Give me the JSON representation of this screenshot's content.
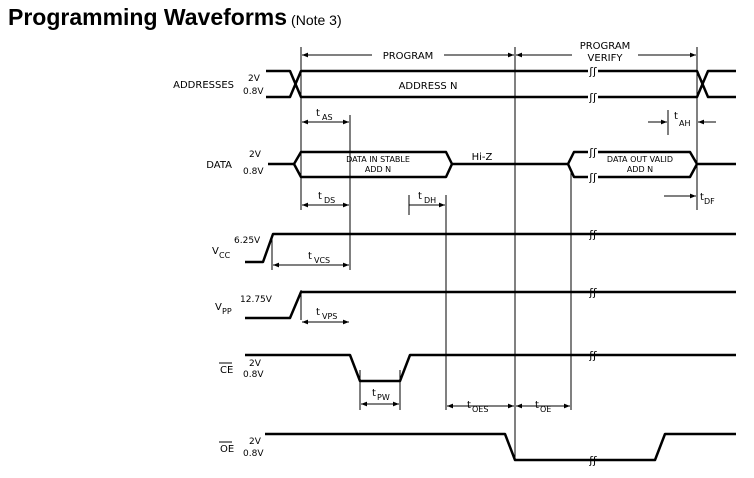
{
  "title": "Programming Waveforms",
  "note": "(Note 3)",
  "phases": {
    "program": "PROGRAM",
    "verify_line1": "PROGRAM",
    "verify_line2": "VERIFY"
  },
  "signals": {
    "addresses": {
      "label": "ADDRESSES",
      "high": "2V",
      "low": "0.8V",
      "content": "ADDRESS N"
    },
    "data": {
      "label": "DATA",
      "high": "2V",
      "low": "0.8V",
      "in_line1": "DATA IN STABLE",
      "in_line2": "ADD N",
      "hiz": "Hi-Z",
      "out_line1": "DATA OUT VALID",
      "out_line2": "ADD N"
    },
    "vcc": {
      "main": "V",
      "sub": "CC",
      "level": "6.25V"
    },
    "vpp": {
      "main": "V",
      "sub": "PP",
      "level": "12.75V"
    },
    "ce": {
      "label": "CE",
      "high": "2V",
      "low": "0.8V"
    },
    "oe": {
      "label": "OE",
      "high": "2V",
      "low": "0.8V"
    }
  },
  "timings": {
    "tas": {
      "main": "t",
      "sub": "AS"
    },
    "tah": {
      "main": "t",
      "sub": "AH"
    },
    "tds": {
      "main": "t",
      "sub": "DS"
    },
    "tdh": {
      "main": "t",
      "sub": "DH"
    },
    "tdf": {
      "main": "t",
      "sub": "DF"
    },
    "tvcs": {
      "main": "t",
      "sub": "VCS"
    },
    "tvps": {
      "main": "t",
      "sub": "VPS"
    },
    "tpw": {
      "main": "t",
      "sub": "PW"
    },
    "toes": {
      "main": "t",
      "sub": "OES"
    },
    "toe": {
      "main": "t",
      "sub": "OE"
    }
  }
}
